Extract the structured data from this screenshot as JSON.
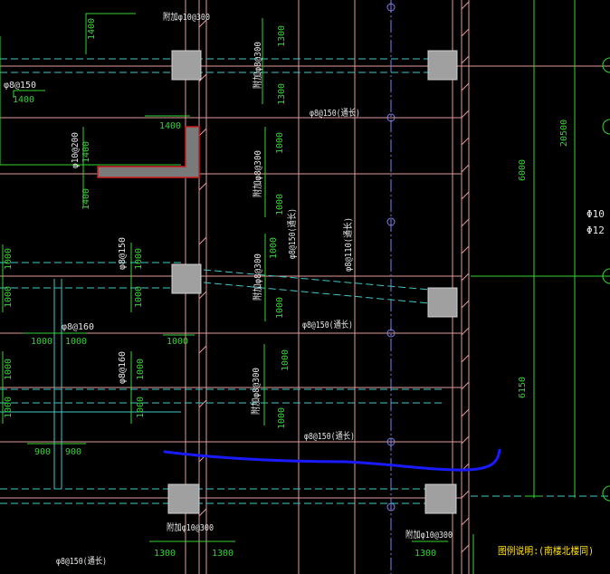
{
  "colors": {
    "background": "#000000",
    "dim": "#35d335",
    "text": "#e6e6e6",
    "grid": "#e39a9a",
    "axis": "#8080f0",
    "rebar": "#40c8c8",
    "column": "#a0a0a0",
    "wall": "#cc2020",
    "annotation": "#1a1aff",
    "legend": "#ffe000"
  },
  "labels": {
    "rebar": {
      "r1": "附加φ10@300",
      "r2": "附加φ8@300",
      "r3": "附加φ8@300",
      "r4": "附加φ8@300",
      "r5": "附加φ8@300",
      "r6": "附加φ10@300",
      "r7": "附加φ10@300",
      "s1": "φ8@150(通长)",
      "s2": "φ8@150(通长)",
      "s3": "φ8@150(通长)",
      "s4": "φ8@150(通长)",
      "s5": "φ8@150(通长)",
      "s6": "φ8@150",
      "s7": "φ10@200",
      "s8": "φ8@150",
      "s9": "φ8@160",
      "s10": "φ8@160",
      "s11": "φ8@110(通长)"
    },
    "dims": {
      "d1": "1400",
      "d2": "1400",
      "d3": "1400",
      "d4": "1400",
      "d5": "1400",
      "d6": "1300",
      "d7": "1300",
      "d8": "1000",
      "d9": "1000",
      "d10": "1000",
      "d11": "1000",
      "d12": "1000",
      "d13": "1000",
      "d14": "1000",
      "d15": "1000",
      "d16": "1000",
      "d17": "1000",
      "d18": "1000",
      "d19": "1000",
      "d20": "1000",
      "d21": "1000",
      "d22": "900",
      "d23": "900",
      "d24": "1300",
      "d25": "1300",
      "d26": "1300",
      "d27": "6000",
      "d28": "6150",
      "d29": "20500",
      "d30": "1000"
    },
    "side": {
      "t1": "Φ10",
      "t2": "Φ12"
    },
    "legend": "图例说明:(南楼北楼同)"
  }
}
